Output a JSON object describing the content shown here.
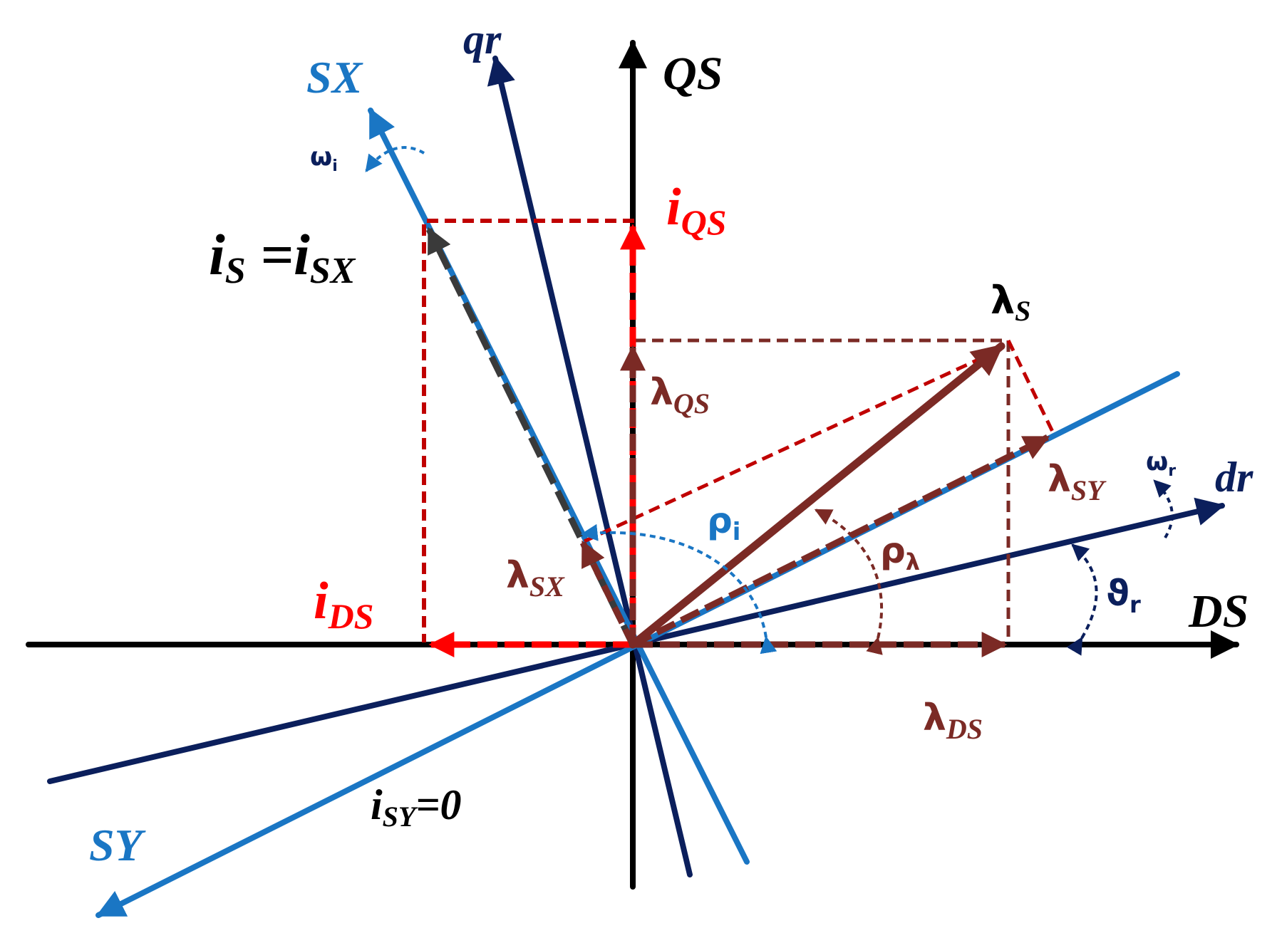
{
  "colors": {
    "black": "#000000",
    "navy": "#0b1f5c",
    "blue": "#1a76c4",
    "red": "#ff0000",
    "darkred": "#c00000",
    "brown": "#7b2a25"
  },
  "labels": {
    "qs": "QS",
    "ds": "DS",
    "qr": "qr",
    "dr": "dr",
    "sx": "SX",
    "sy": "SY",
    "is_main": "i",
    "is_main_sub": "S",
    "is_eq": " =",
    "isx_main": "i",
    "isx_sub": "SX",
    "iqs_main": "i",
    "iqs_sub": "QS",
    "ids_main": "i",
    "ids_sub": "DS",
    "isy_main": "i",
    "isy_sub": "SY",
    "isy_rest": "=0",
    "lambda": "λ",
    "lambda_s_sub": "S",
    "lambda_qs_sub": "QS",
    "lambda_ds_sub": "DS",
    "lambda_sx_sub": "SX",
    "lambda_sy_sub": "SY",
    "rho": "ρ",
    "rho_i_sub": "i",
    "rho_lambda_sub": "λ",
    "omega": "ω",
    "omega_i_sub": "i",
    "omega_r_sub": "r",
    "theta": "ϑ",
    "theta_r_sub": "r"
  }
}
